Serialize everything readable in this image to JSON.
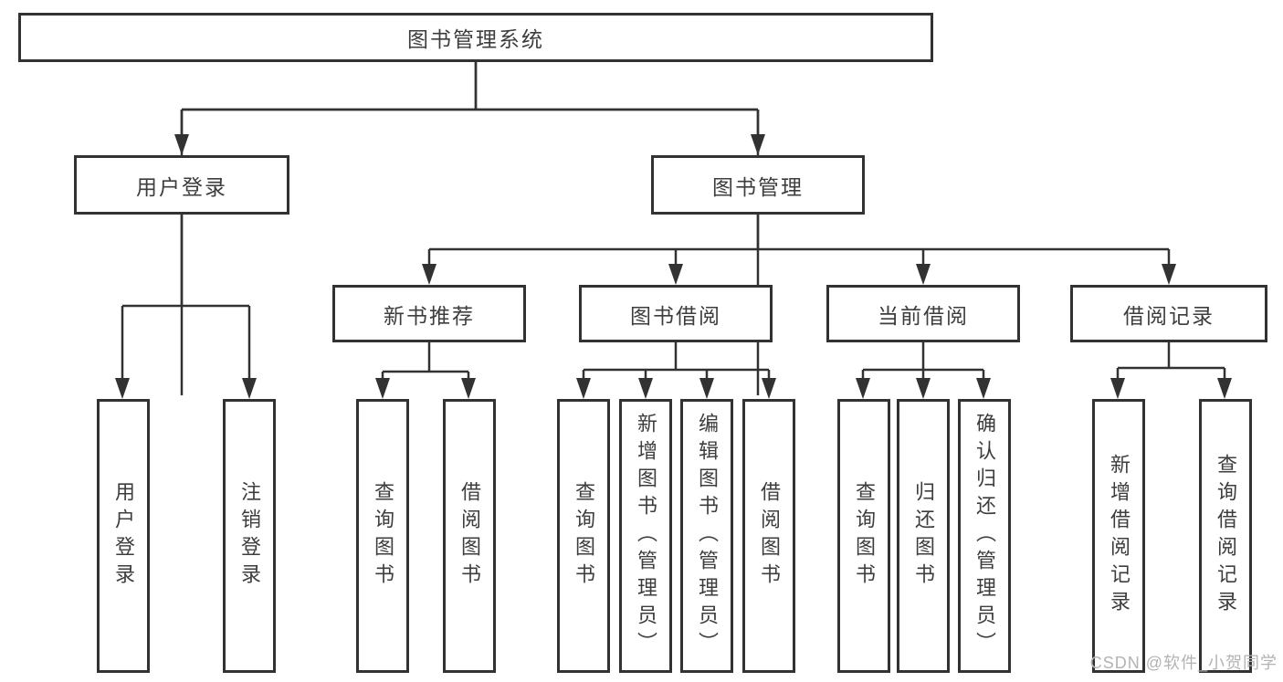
{
  "diagram": {
    "root": {
      "label": "图书管理系统",
      "children": [
        {
          "label": "用户登录",
          "children": [
            {
              "label": "用户登录"
            },
            {
              "label": "注销登录"
            }
          ]
        },
        {
          "label": "图书管理",
          "children": [
            {
              "label": "新书推荐",
              "children": [
                {
                  "label": "查询图书"
                },
                {
                  "label": "借阅图书"
                }
              ]
            },
            {
              "label": "图书借阅",
              "children": [
                {
                  "label": "查询图书"
                },
                {
                  "label": "新增图书（管理员）"
                },
                {
                  "label": "编辑图书（管理员）"
                },
                {
                  "label": "借阅图书"
                }
              ]
            },
            {
              "label": "当前借阅",
              "children": [
                {
                  "label": "查询图书"
                },
                {
                  "label": "归还图书"
                },
                {
                  "label": "确认归还（管理员）"
                }
              ]
            },
            {
              "label": "借阅记录",
              "children": [
                {
                  "label": "新增借阅记录"
                },
                {
                  "label": "查询借阅记录"
                }
              ]
            }
          ]
        }
      ]
    },
    "colors": {
      "line": "#323232",
      "text": "#3d3d3d",
      "background": "#ffffff",
      "watermark": "#b3b3b3"
    }
  },
  "watermark": {
    "text": "CSDN @软件_小贺同学"
  }
}
